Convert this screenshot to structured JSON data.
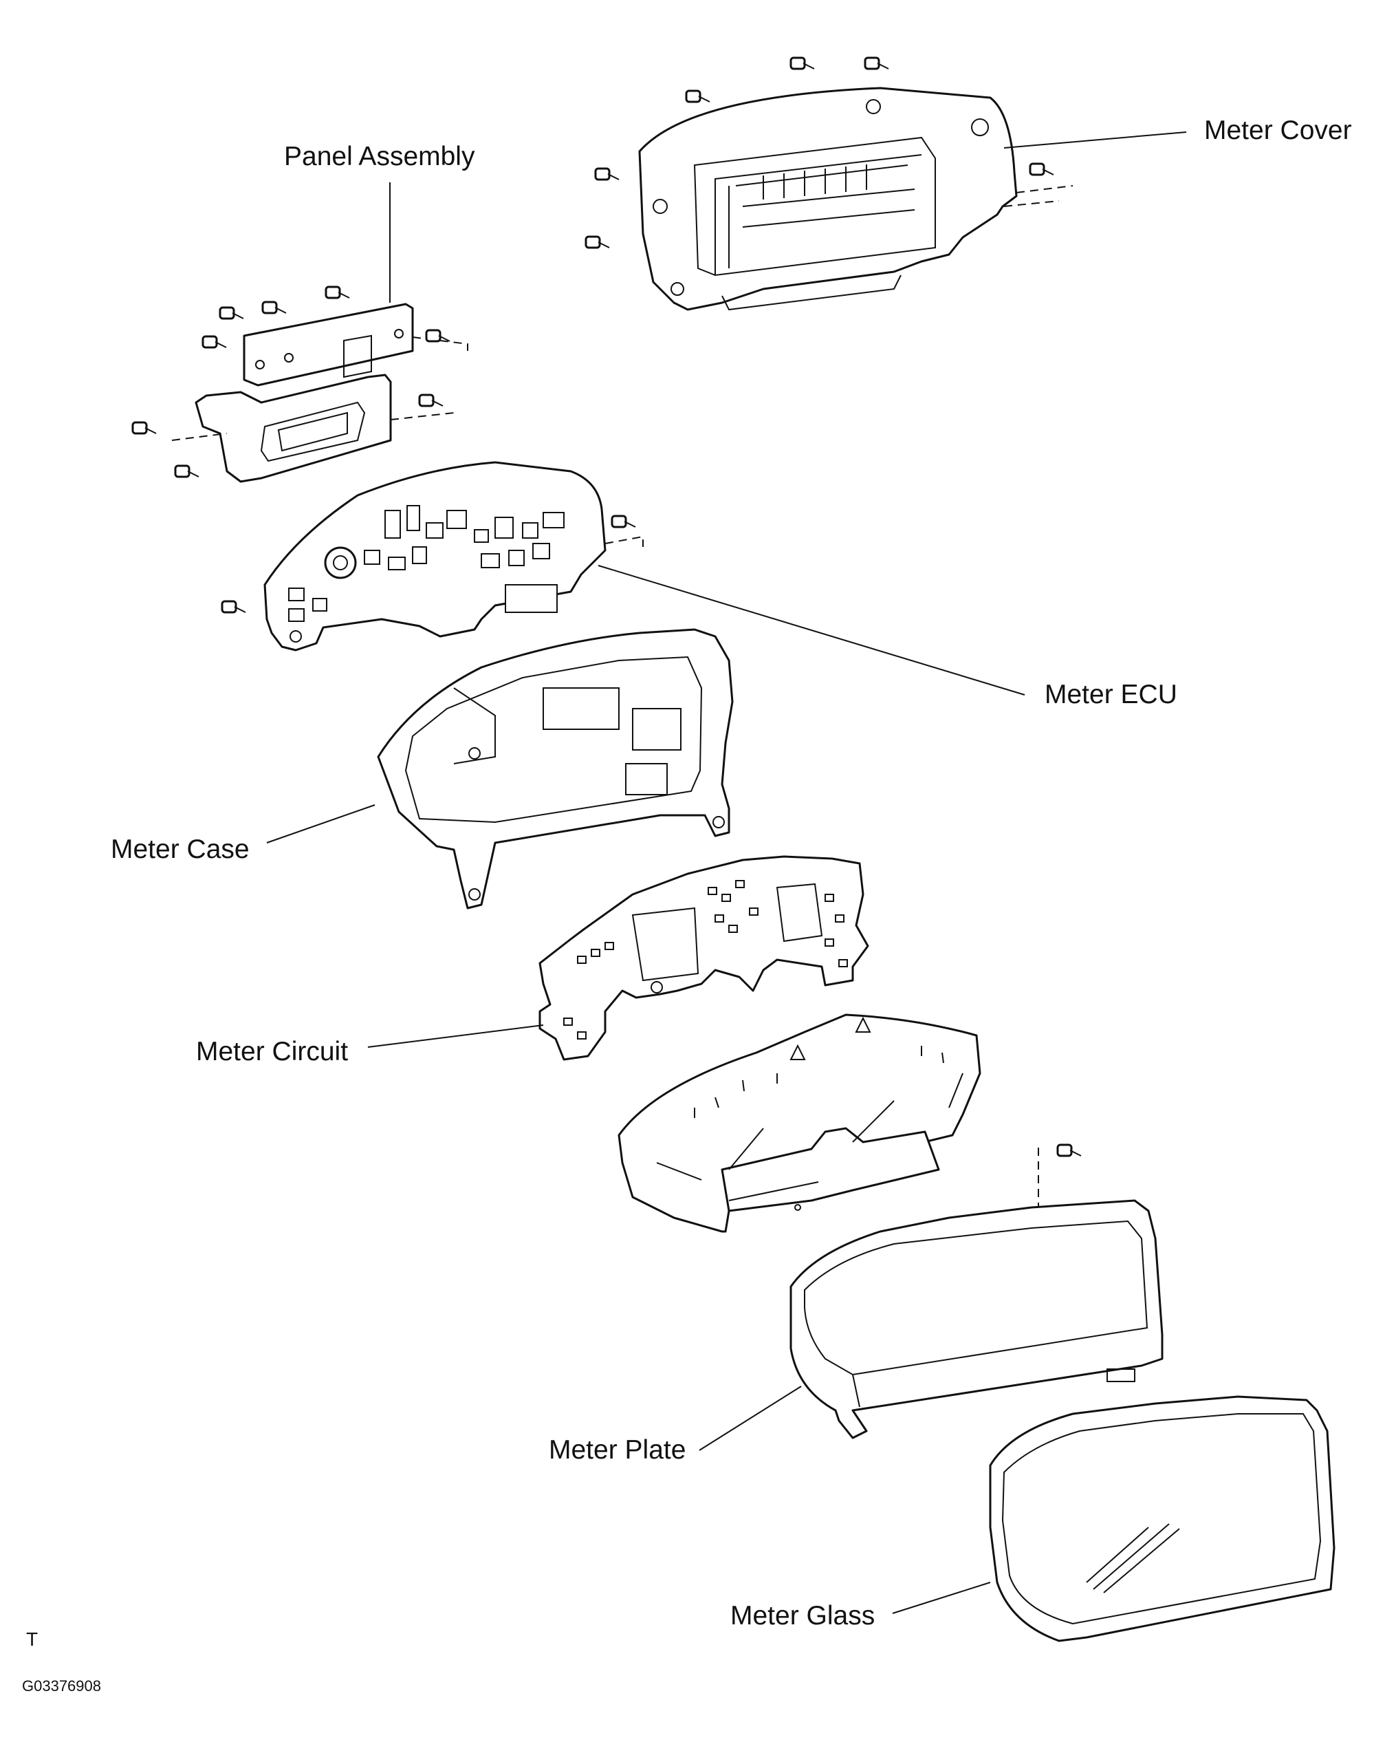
{
  "diagram": {
    "labels": {
      "panel_assembly": "Panel Assembly",
      "meter_cover": "Meter Cover",
      "meter_ecu": "Meter ECU",
      "meter_case": "Meter Case",
      "meter_circuit": "Meter Circuit",
      "meter_plate": "Meter Plate",
      "meter_glass": "Meter Glass"
    },
    "corner_mark": "T",
    "figure_code": "G03376908"
  }
}
